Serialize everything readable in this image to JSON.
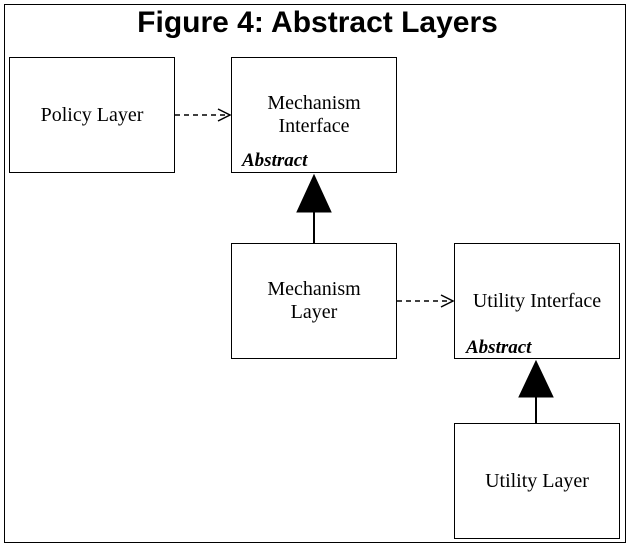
{
  "figure": {
    "title": "Figure 4: Abstract Layers"
  },
  "boxes": {
    "policy_layer": {
      "label": "Policy Layer"
    },
    "mechanism_interface": {
      "label": "Mechanism\nInterface",
      "stereotype": "Abstract"
    },
    "mechanism_layer": {
      "label": "Mechanism\nLayer"
    },
    "utility_interface": {
      "label": "Utility Interface",
      "stereotype": "Abstract"
    },
    "utility_layer": {
      "label": "Utility Layer"
    }
  }
}
